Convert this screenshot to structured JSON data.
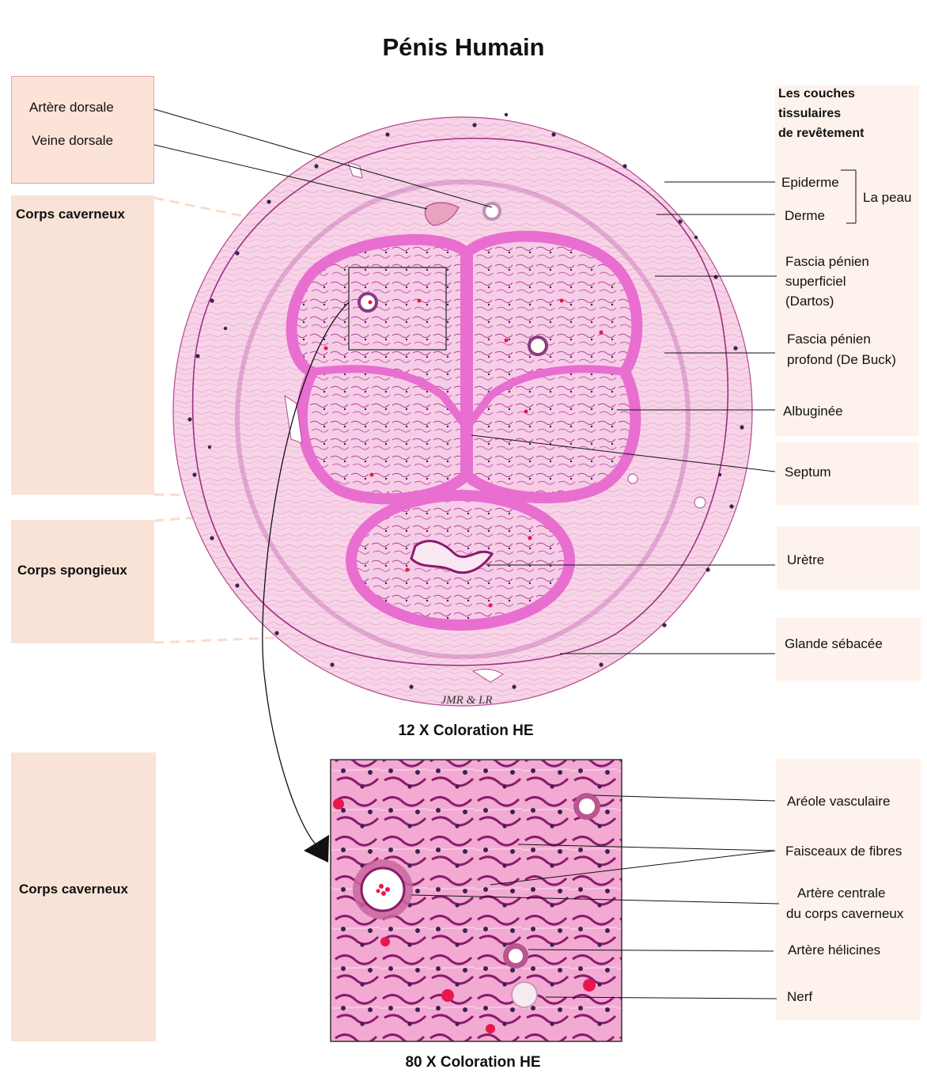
{
  "title": "Pénis Humain",
  "left_labels": {
    "arteres": [
      "Artère dorsale",
      "Veine dorsale"
    ],
    "corps_caverneux_top": "Corps caverneux",
    "corps_spongieux": "Corps spongieux",
    "corps_caverneux_bottom": "Corps caverneux"
  },
  "right_labels": {
    "couches_title": [
      "Les couches",
      "tissulaires",
      "de revêtement"
    ],
    "epiderme": "Epiderme",
    "derme": "Derme",
    "la_peau": "La peau",
    "fascia_superficiel": [
      "Fascia pénien",
      "superficiel",
      "(Dartos)"
    ],
    "fascia_profond": [
      "Fascia pénien",
      "profond (De Buck)"
    ],
    "albuginee": "Albuginée",
    "septum": "Septum",
    "uretre": "Urètre",
    "glande": "Glande sébacée"
  },
  "zoom_labels": {
    "areole": "Aréole vasculaire",
    "faisceaux": "Faisceaux de fibres",
    "artere_centrale": [
      "Artère centrale",
      "du corps caverneux"
    ],
    "helicines": "Artère hélicines",
    "nerf": "Nerf"
  },
  "signature": "JMR & LR",
  "caption_top": "12 X Coloration HE",
  "caption_bottom": "80 X Coloration HE",
  "colors": {
    "tissue_light": "#f4cfe3",
    "tissue_pink": "#ee82cf",
    "albuginea": "#e86ed0",
    "nuclei": "#3a2155",
    "blood": "#e8174a",
    "label_box_left": "#f9e2d6",
    "label_box_right": "#fdf2ec"
  }
}
